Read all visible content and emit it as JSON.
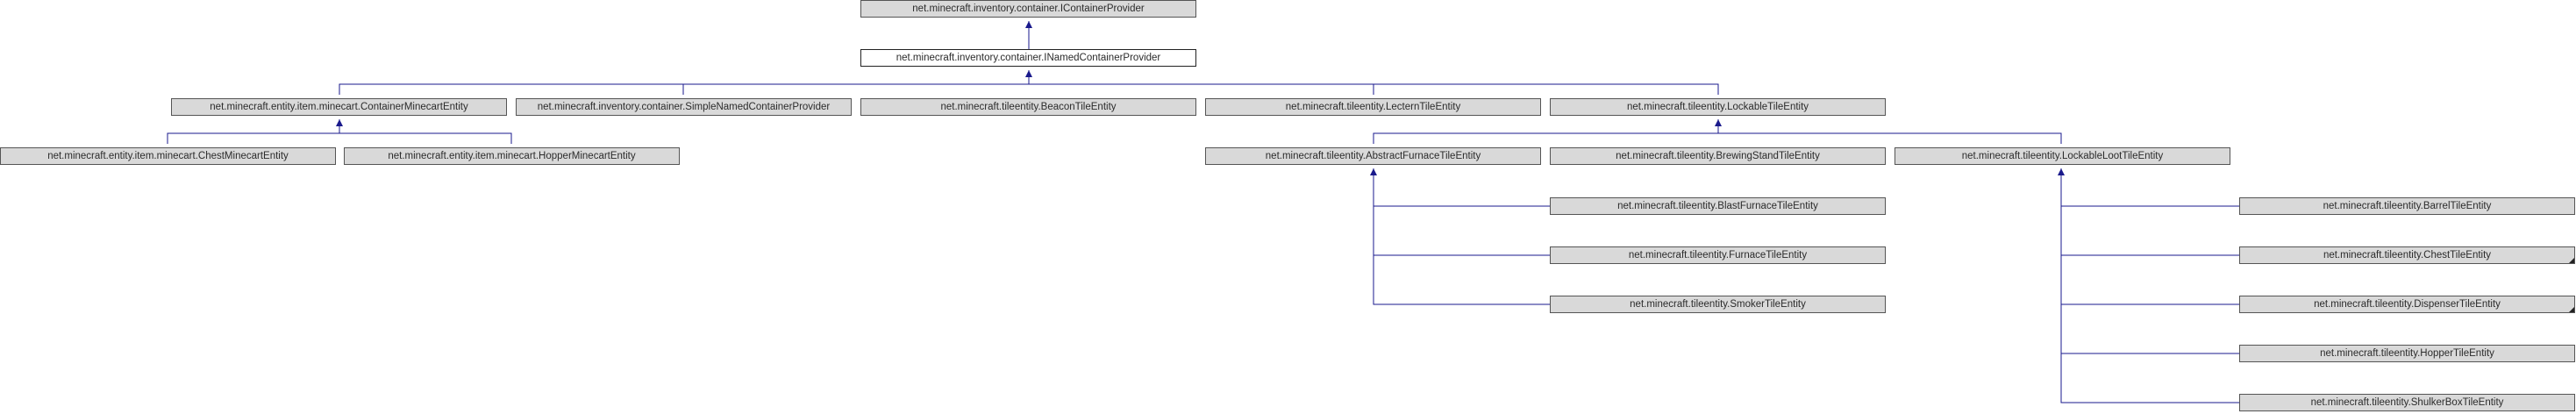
{
  "diagram": {
    "nodes": {
      "icontainerprovider": "net.minecraft.inventory.container.IContainerProvider",
      "inamedcontainerprovider": "net.minecraft.inventory.container.INamedContainerProvider",
      "containerminecartentity": "net.minecraft.entity.item.minecart.ContainerMinecartEntity",
      "simplenamedcontainerprovider": "net.minecraft.inventory.container.SimpleNamedContainerProvider",
      "beacontileentity": "net.minecraft.tileentity.BeaconTileEntity",
      "lecterntileentity": "net.minecraft.tileentity.LecternTileEntity",
      "lockabletileentity": "net.minecraft.tileentity.LockableTileEntity",
      "chestminecartentity": "net.minecraft.entity.item.minecart.ChestMinecartEntity",
      "hopperminecartentity": "net.minecraft.entity.item.minecart.HopperMinecartEntity",
      "abstractfurnacetileentity": "net.minecraft.tileentity.AbstractFurnaceTileEntity",
      "brewingstandtileentity": "net.minecraft.tileentity.BrewingStandTileEntity",
      "lockableloottileentity": "net.minecraft.tileentity.LockableLootTileEntity",
      "blastfurnacetileentity": "net.minecraft.tileentity.BlastFurnaceTileEntity",
      "furnacetileentity": "net.minecraft.tileentity.FurnaceTileEntity",
      "smokertileentity": "net.minecraft.tileentity.SmokerTileEntity",
      "barreltileentity": "net.minecraft.tileentity.BarrelTileEntity",
      "chesttileentity": "net.minecraft.tileentity.ChestTileEntity",
      "dispensertileentity": "net.minecraft.tileentity.DispenserTileEntity",
      "hoppertileentity": "net.minecraft.tileentity.HopperTileEntity",
      "shulkerboxtileentity": "net.minecraft.tileentity.ShulkerBoxTileEntity"
    },
    "colors": {
      "edge": "#1a1a8c",
      "node_fill": "#d9d9d9",
      "focus_fill": "#ffffff"
    }
  }
}
